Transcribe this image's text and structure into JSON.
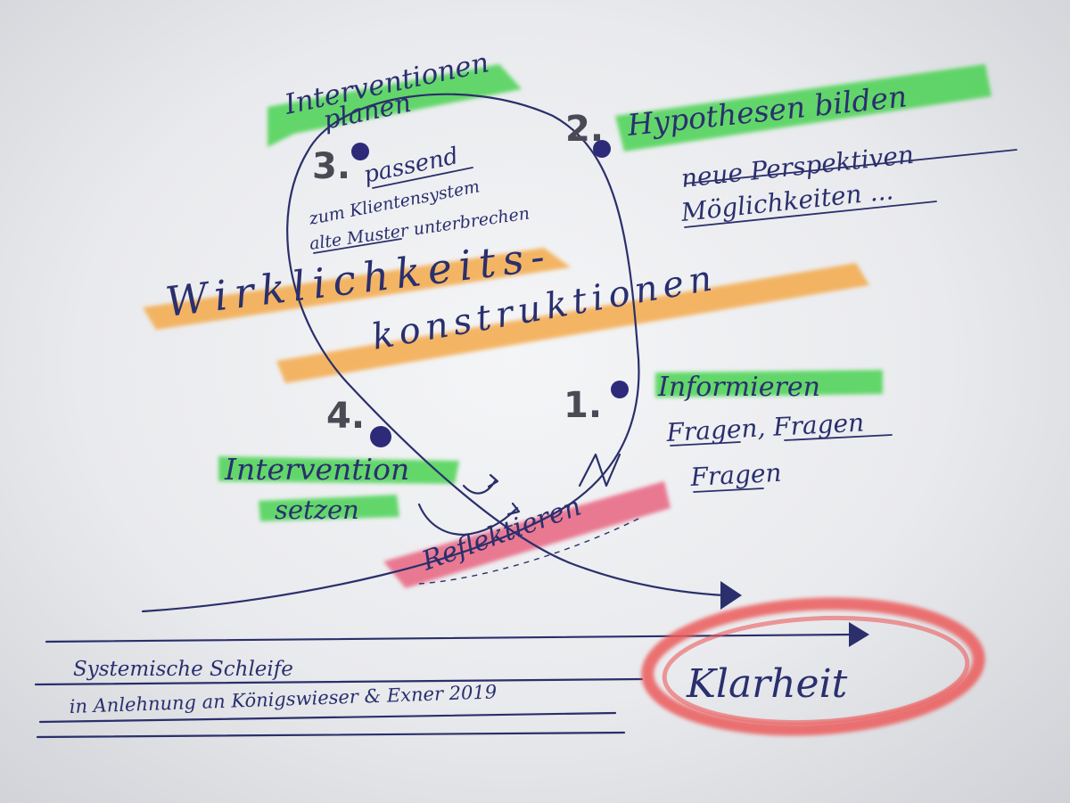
{
  "colors": {
    "ink": "#2b2f6b",
    "green_marker": "#3fd14a",
    "orange_marker": "#f4a640",
    "pink_marker": "#e85b7a",
    "red_circle": "#ec5b5b",
    "dot": "#2e2a7a"
  },
  "steps": [
    {
      "number": "1.",
      "title": "Informieren",
      "notes": [
        "Fragen, Fragen",
        "Fragen"
      ]
    },
    {
      "number": "2.",
      "title": "Hypothesen bilden",
      "notes": [
        "neue Perspektiven",
        "Möglichkeiten ..."
      ]
    },
    {
      "number": "3.",
      "title_line1": "Interventionen",
      "title_line2": "planen",
      "notes": [
        "passend",
        "zum Klientensystem",
        "alte Muster unterbrechen"
      ]
    },
    {
      "number": "4.",
      "title_line1": "Intervention",
      "title_line2": "setzen"
    }
  ],
  "center_label": {
    "line1": "Wirklichkeits-",
    "line2": "konstruktionen"
  },
  "reflection_label": "Reflektieren",
  "goal_label": "Klarheit",
  "footer": {
    "line1": "Systemische Schleife",
    "line2": "in Anlehnung an Königswieser & Exner 2019"
  }
}
